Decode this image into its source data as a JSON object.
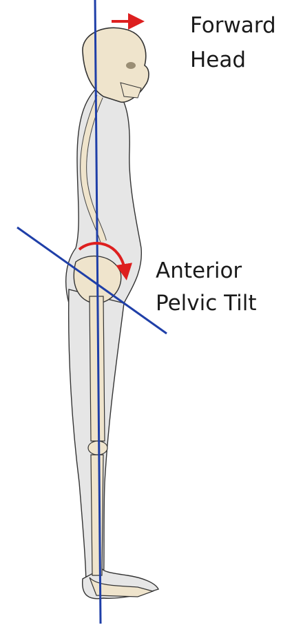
{
  "labels": {
    "forward_head_line1": "Forward",
    "forward_head_line2": "Head",
    "pelvic_tilt_line1": "Anterior",
    "pelvic_tilt_line2": "Pelvic Tilt"
  },
  "colors": {
    "reference_line": "#1f3fa8",
    "arrow": "#dd1f1f",
    "bone": "#efe4cc",
    "body": "#e6e6e6",
    "outline": "#333333"
  },
  "icons": {
    "forward_arrow": "arrow-right-icon",
    "tilt_arrow": "curved-arrow-icon"
  }
}
